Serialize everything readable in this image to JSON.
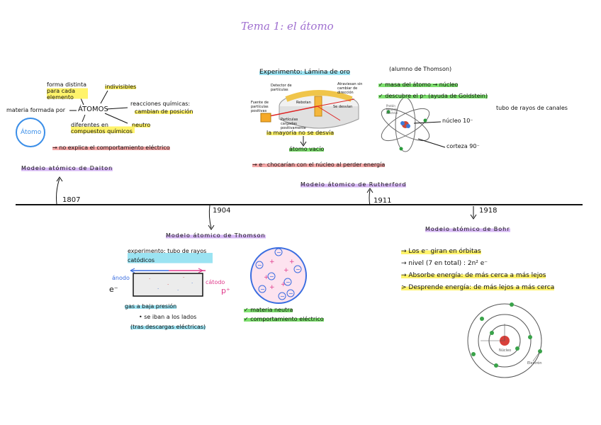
{
  "title": "Tema 1: el átomo",
  "timeline": {
    "years": [
      "1807",
      "1904",
      "1911",
      "1918"
    ]
  },
  "dalton": {
    "atom_bubble": "Átomo",
    "materia": "materia formada por",
    "atomos": "ÁTOMOS",
    "forma": "forma distinta para cada elemento",
    "indivisibles": "indivisibles",
    "reacciones": "reacciones químicas:",
    "cambian": "cambian de posición",
    "neutro": "neutro",
    "diferentes": "diferentes en compuestos químicos",
    "no_explica": "→ no explica el comportamiento eléctrico",
    "model": "Modelo atómico de Dalton"
  },
  "rutherford": {
    "experimento": "Experimento: Lámina de oro",
    "diagram_labels": {
      "detector": "Detector de partículas",
      "fuente": "Fuente de partículas positivas",
      "particulas": "Partículas cargadas positivamente",
      "atraviesan": "Atraviesan sin cambiar de dirección",
      "rebotan": "Rebotan",
      "desvian": "Se desvían"
    },
    "mayoria": "la mayoría no se desvía",
    "atomo_vacio": "átomo vacío",
    "chocarian": "→ e⁻ chocarían con el núcleo al perder energía",
    "model": "Modelo átomico de Rutherford",
    "alumno": "(alumno de Thomson)",
    "masa": "✓ masa del átomo → núcleo",
    "descubre": "✓ descubre el p⁺ (ayuda de Goldstein)",
    "tubo_canales": "tubo de rayos de canales",
    "nucleo": "núcleo 10⁻",
    "corteza": "corteza 90⁻",
    "legend": [
      "Protón",
      "Neutrón",
      "Electrón"
    ]
  },
  "thomson": {
    "model": "Modelo átomico de Thomson",
    "experimento": "experimento: tubo de rayos catódicos",
    "anodo": "ánodo",
    "catodo": "cátodo",
    "e_minus": "e⁻",
    "p_plus": "p⁺",
    "gas": "gas a baja presión",
    "se_iban": "• se iban a los lados",
    "tras": "(tras descargas eléctricas)",
    "materia_neutra": "✓ materia neutra",
    "comportamiento": "✓ comportamiento eléctrico"
  },
  "bohr": {
    "model": "Modelo atómico de Bohr",
    "l1": "→ Los e⁻ giran en órbitas",
    "l2": "→ nivel (7 en total) : 2n² e⁻",
    "l3": "→ Absorbe energía: de más cerca a más lejos",
    "l4": "> Desprende energía: de más lejos a más cerca",
    "nucleo": "Núcleo",
    "electron": "Electrón"
  }
}
